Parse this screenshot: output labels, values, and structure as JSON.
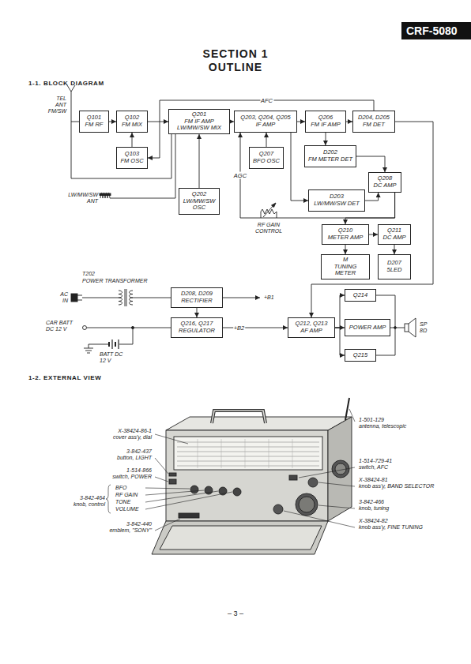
{
  "diagram": {
    "title": "SECTION 1 OUTLINE",
    "nodes": [
      {
        "text": [
          "Q101",
          "FM RF"
        ]
      },
      {
        "text": [
          "Q102",
          "FM MIX"
        ]
      },
      {
        "text": [
          "Q201",
          "FM IF AMP LW/MW/SW MIX"
        ]
      },
      {
        "text": [
          "Q203, Q204, Q205",
          "IF AMP"
        ]
      },
      {
        "text": [
          "Q206",
          "FM IF AMP"
        ]
      },
      {
        "text": [
          "D204, D205",
          "FM DET"
        ]
      },
      {
        "text": [
          "Q103",
          "FM OSC"
        ]
      },
      {
        "text": [
          "Q207",
          "BFO OSC"
        ]
      },
      {
        "text": [
          "D202",
          "FM METER DET"
        ]
      },
      {
        "text": [
          "Q208",
          "DC AMP"
        ]
      },
      {
        "text": [
          "D203",
          "LW/MW/SW DET"
        ]
      },
      {
        "text": [
          "Q202",
          "LW/MW/SW OSC"
        ]
      },
      {
        "text": [
          "Q210",
          "METER AMP"
        ]
      },
      {
        "text": [
          "Q211",
          "DC AMP"
        ]
      },
      {
        "text": [
          "M",
          "TUNING METER"
        ]
      },
      {
        "text": [
          "D207",
          "5LED"
        ]
      },
      {
        "text": [
          "Q214"
        ]
      },
      {
        "text": [
          "D208, D209",
          "RECTIFIER"
        ]
      },
      {
        "text": [
          "Q212, Q213",
          "AF AMP"
        ]
      },
      {
        "text": [
          "POWER AMP"
        ]
      },
      {
        "text": [
          "Q216, Q217",
          "REGULATOR"
        ]
      },
      {
        "text": [
          "Q215"
        ]
      }
    ],
    "edges": [
      {
        "from": 0,
        "to": 1,
        "arrow": "to"
      },
      {
        "from": 6,
        "to": 1,
        "arrow": "to"
      },
      {
        "from": 1,
        "to": 2,
        "arrow": "to"
      },
      {
        "from": 2,
        "to": 3,
        "arrow": "to"
      },
      {
        "from": 3,
        "to": 4,
        "arrow": "to"
      },
      {
        "from": 4,
        "to": 5,
        "arrow": "to"
      },
      {
        "from": 7,
        "to": 3,
        "arrow": "to"
      },
      {
        "from": 4,
        "to": 8,
        "arrow": "to"
      },
      {
        "from": 3,
        "to": 10,
        "arrow": "to"
      },
      {
        "from": 8,
        "to": 9,
        "arrow": "to"
      },
      {
        "from": 10,
        "to": 9,
        "arrow": "to"
      },
      {
        "from": 9,
        "to": 12,
        "arrow": "to"
      },
      {
        "from": 9,
        "to": 3,
        "label": "AGC",
        "arrow": "to"
      },
      {
        "from": 12,
        "to": 13,
        "arrow": "to"
      },
      {
        "from": 12,
        "to": 14,
        "arrow": "to"
      },
      {
        "from": 13,
        "to": 15,
        "arrow": "to"
      },
      {
        "from": 11,
        "to": 2,
        "arrow": "to"
      },
      {
        "from": 5,
        "to": 18,
        "arrow": "to"
      },
      {
        "from": 5,
        "to": 6,
        "label": "AFC",
        "arrow": "to"
      },
      {
        "from": 17,
        "to": 20,
        "arrow": "to"
      },
      {
        "from": 20,
        "to": 18,
        "label": "+B2",
        "arrow": "to"
      },
      {
        "from": 18,
        "to": 16,
        "arrow": "to"
      },
      {
        "from": 18,
        "to": 19,
        "arrow": "to"
      },
      {
        "from": 18,
        "to": 21,
        "arrow": "to"
      }
    ],
    "labels": [
      "CRF-5080",
      "1-1. BLOCK DIAGRAM",
      "TEL ANT FM/SW",
      "LW/MW/SW ANT",
      "RF GAIN CONTROL",
      "T202",
      "POWER TRANSFORMER",
      "AC IN",
      "+B1",
      "CAR BATT DC 12 V",
      "BATT DC 12 V",
      "SP 8Ω",
      "1-2. EXTERNAL VIEW",
      "X-38424-86-1",
      "cover ass'y, dial",
      "3-842-437",
      "button, LIGHT",
      "1-514-866",
      "switch, POWER",
      "3-842-464",
      "knob, control",
      "BFO",
      "RF GAIN",
      "TONE",
      "VOLUME",
      "3-842-440",
      "emblem, \"SONY\"",
      "1-501-129",
      "antenna, telescopic",
      "1-514-729-41",
      "switch, AFC",
      "X-38424-81",
      "knob ass'y, BAND SELECTOR",
      "3-842-466",
      "knob, tuning",
      "X-38424-82",
      "knob ass'y, FINE TUNING",
      "– 3 –"
    ]
  }
}
